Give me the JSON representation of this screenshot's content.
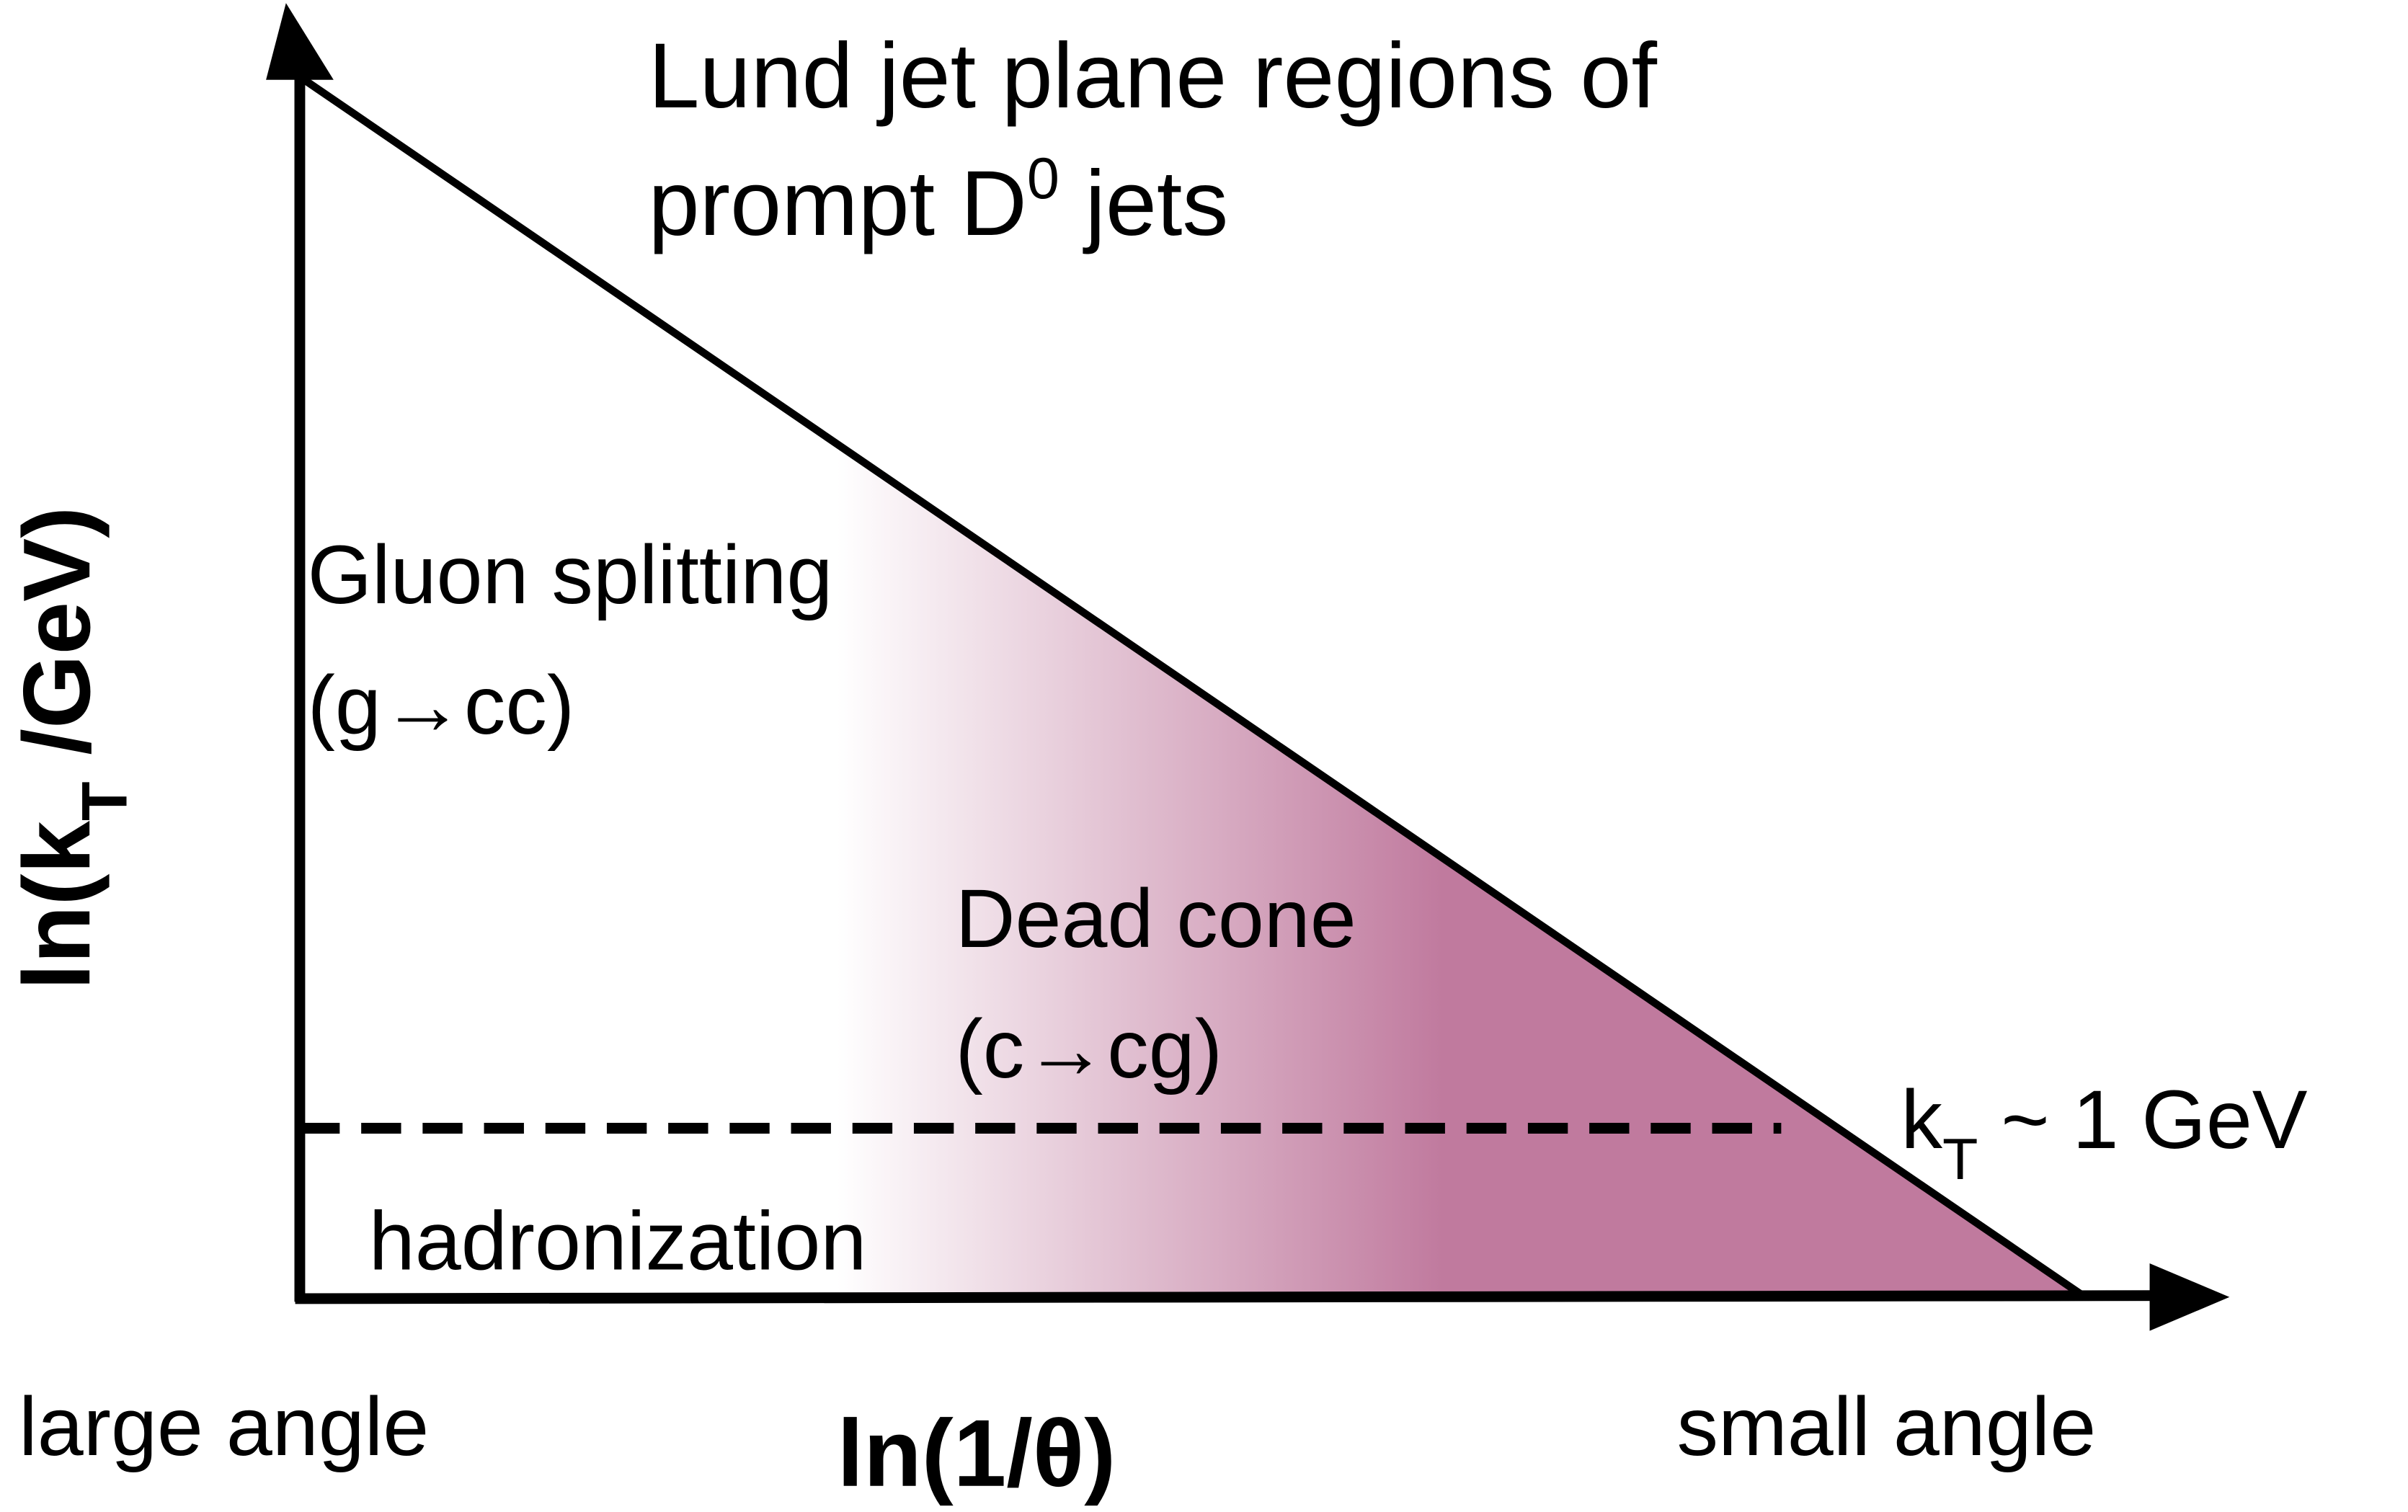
{
  "title": {
    "line1": "Lund jet plane regions of",
    "line2_pre": "prompt D",
    "line2_sup": "0",
    "line2_post": " jets"
  },
  "regions": {
    "gluon_splitting": "Gluon splitting",
    "gluon_process": "(g→cc)",
    "dead_cone": "Dead cone",
    "dead_cone_process": "(c→cg)",
    "hadronization": "hadronization"
  },
  "threshold": {
    "k": "k",
    "sub": "T",
    "rest": " ~ 1 GeV"
  },
  "x_axis": {
    "label": "ln(1/θ)",
    "left_end": "large angle",
    "right_end": "small angle"
  },
  "y_axis": {
    "label_pre": "ln(k",
    "label_sub": "T",
    "label_post": " /GeV)"
  },
  "colors": {
    "dead_cone_fill": "#c07a9e",
    "axes": "#000000"
  }
}
